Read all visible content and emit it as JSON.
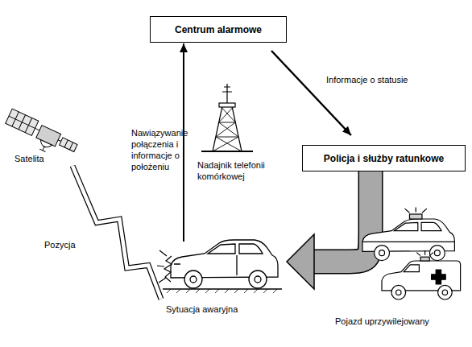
{
  "diagram": {
    "nodes": [
      {
        "text": [
          "Centrum alarmowe"
        ]
      },
      {
        "text": [
          "Satelita"
        ]
      },
      {
        "text": [
          "Nadajnik telefonii komórkowej"
        ]
      },
      {
        "text": [
          "Policja i służby ratunkowe"
        ]
      },
      {
        "text": [
          "Sytuacja awaryjna"
        ]
      },
      {
        "text": [
          "Pojazd uprzywilejowany"
        ]
      }
    ],
    "edges": [
      {
        "from": 4,
        "to": 0,
        "arrow": "to",
        "label": "Nawiązywanie połączenia i informacje o położeniu"
      },
      {
        "from": 0,
        "to": 3,
        "arrow": "to",
        "label": "Informacje o statusie"
      },
      {
        "from": 3,
        "to": 4,
        "arrow": "to"
      },
      {
        "from": 1,
        "to": 4,
        "arrow": "none",
        "label": "Pozycja"
      }
    ]
  }
}
